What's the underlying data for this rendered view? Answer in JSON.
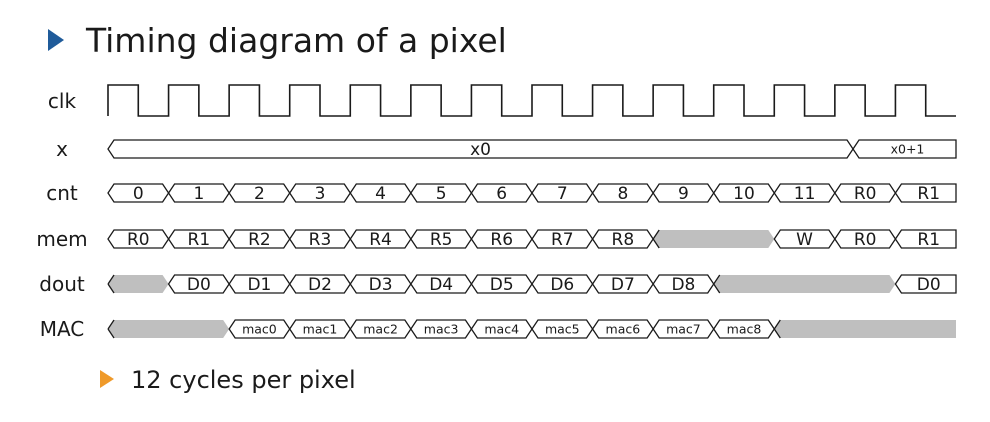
{
  "slide": {
    "title": "Timing diagram of a pixel",
    "bullet": "12 cycles per pixel"
  },
  "colors": {
    "title_arrow": "#1f5b9a",
    "bullet_arrow": "#ef9a2a",
    "line": "#1a1a1a",
    "gray_fill": "#bfbfbf"
  },
  "signals": [
    {
      "name": "clk",
      "type": "clock",
      "cycles": 14
    },
    {
      "name": "x",
      "type": "bus",
      "cells": [
        {
          "label": "x0",
          "span": 12.3
        },
        {
          "label": "x0+1",
          "span": 1.7
        }
      ]
    },
    {
      "name": "cnt",
      "type": "bus",
      "cells": [
        {
          "label": "0",
          "span": 1
        },
        {
          "label": "1",
          "span": 1
        },
        {
          "label": "2",
          "span": 1
        },
        {
          "label": "3",
          "span": 1
        },
        {
          "label": "4",
          "span": 1
        },
        {
          "label": "5",
          "span": 1
        },
        {
          "label": "6",
          "span": 1
        },
        {
          "label": "7",
          "span": 1
        },
        {
          "label": "8",
          "span": 1
        },
        {
          "label": "9",
          "span": 1
        },
        {
          "label": "10",
          "span": 1
        },
        {
          "label": "11",
          "span": 1
        },
        {
          "label": "R0",
          "span": 1
        },
        {
          "label": "R1",
          "span": 1
        }
      ]
    },
    {
      "name": "mem",
      "type": "bus",
      "cells": [
        {
          "label": "R0",
          "span": 1
        },
        {
          "label": "R1",
          "span": 1
        },
        {
          "label": "R2",
          "span": 1
        },
        {
          "label": "R3",
          "span": 1
        },
        {
          "label": "R4",
          "span": 1
        },
        {
          "label": "R5",
          "span": 1
        },
        {
          "label": "R6",
          "span": 1
        },
        {
          "label": "R7",
          "span": 1
        },
        {
          "label": "R8",
          "span": 1
        },
        {
          "label": "",
          "span": 2,
          "gray": true
        },
        {
          "label": "W",
          "span": 1
        },
        {
          "label": "R0",
          "span": 1
        },
        {
          "label": "R1",
          "span": 1
        }
      ]
    },
    {
      "name": "dout",
      "type": "bus",
      "cells": [
        {
          "label": "",
          "span": 1,
          "gray": true
        },
        {
          "label": "D0",
          "span": 1
        },
        {
          "label": "D1",
          "span": 1
        },
        {
          "label": "D2",
          "span": 1
        },
        {
          "label": "D3",
          "span": 1
        },
        {
          "label": "D4",
          "span": 1
        },
        {
          "label": "D5",
          "span": 1
        },
        {
          "label": "D6",
          "span": 1
        },
        {
          "label": "D7",
          "span": 1
        },
        {
          "label": "D8",
          "span": 1
        },
        {
          "label": "",
          "span": 3,
          "gray": true
        },
        {
          "label": "D0",
          "span": 1
        }
      ]
    },
    {
      "name": "MAC",
      "type": "bus",
      "cells": [
        {
          "label": "",
          "span": 2,
          "gray": true
        },
        {
          "label": "mac0",
          "span": 1
        },
        {
          "label": "mac1",
          "span": 1
        },
        {
          "label": "mac2",
          "span": 1
        },
        {
          "label": "mac3",
          "span": 1
        },
        {
          "label": "mac4",
          "span": 1
        },
        {
          "label": "mac5",
          "span": 1
        },
        {
          "label": "mac6",
          "span": 1
        },
        {
          "label": "mac7",
          "span": 1
        },
        {
          "label": "mac8",
          "span": 1
        },
        {
          "label": "",
          "span": 3,
          "gray": true
        }
      ]
    }
  ]
}
